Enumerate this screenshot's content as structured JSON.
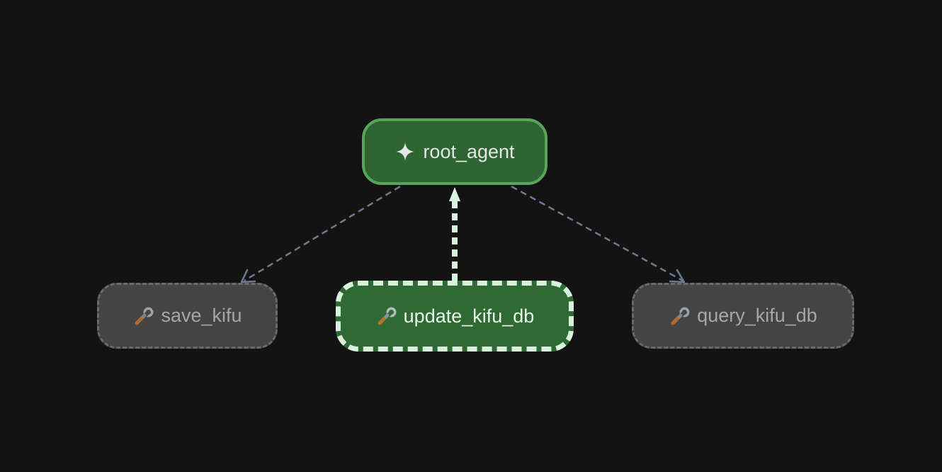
{
  "colors": {
    "background": "#131313",
    "root_fill": "#2e6533",
    "root_border": "#5aa35c",
    "active_fill": "#2f6a34",
    "active_border": "#d9f2dd",
    "idle_fill": "#444444",
    "idle_border": "#6a6a6a",
    "edge_idle": "#6f7a90",
    "edge_active": "#d9f2dd"
  },
  "nodes": {
    "root": {
      "label": "root_agent",
      "icon": "sparkle-icon",
      "state": "agent"
    },
    "save": {
      "label": "save_kifu",
      "icon": "wrench-icon",
      "state": "idle"
    },
    "update": {
      "label": "update_kifu_db",
      "icon": "wrench-icon",
      "state": "active"
    },
    "query": {
      "label": "query_kifu_db",
      "icon": "wrench-icon",
      "state": "idle"
    }
  },
  "edges": [
    {
      "from": "root",
      "to": "save",
      "style": "dashed",
      "state": "idle"
    },
    {
      "from": "update",
      "to": "root",
      "style": "dashed",
      "state": "active"
    },
    {
      "from": "root",
      "to": "query",
      "style": "dashed",
      "state": "idle"
    }
  ]
}
